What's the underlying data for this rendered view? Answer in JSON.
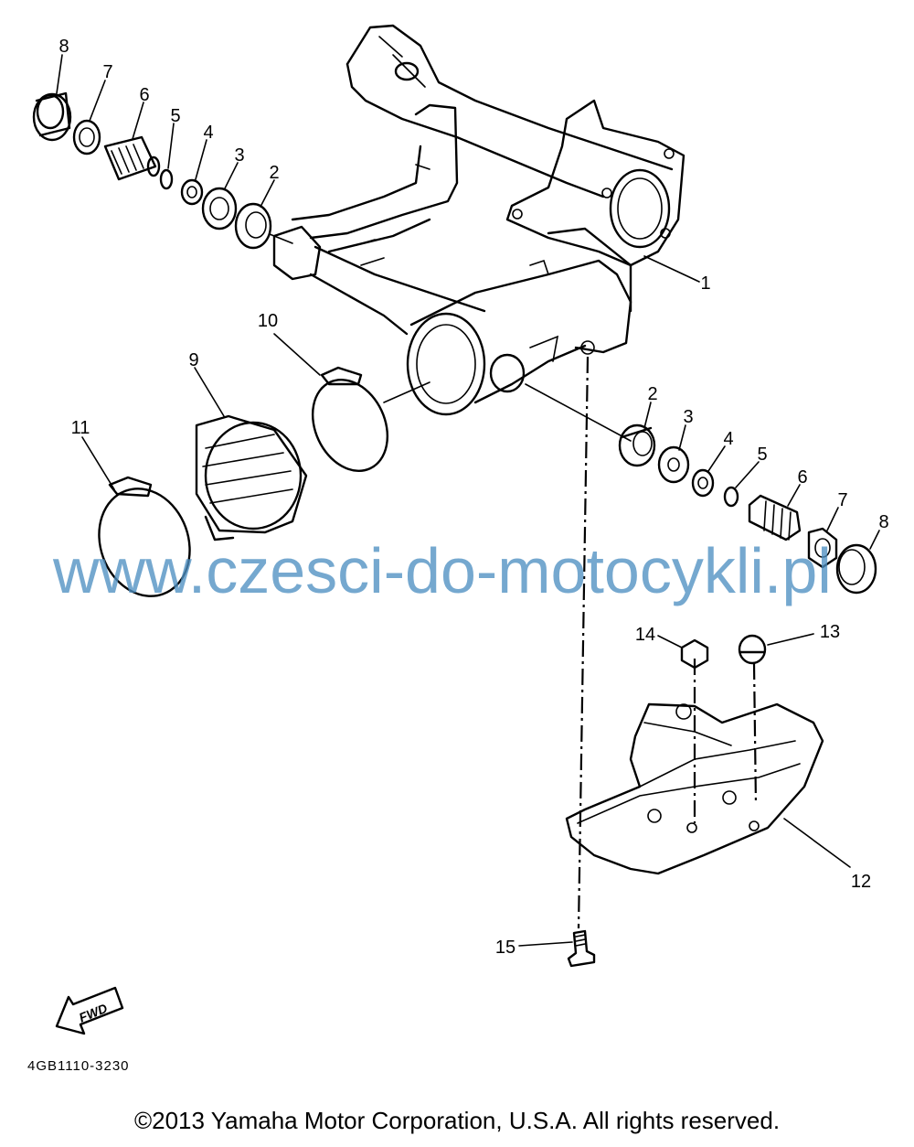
{
  "callouts": [
    "1",
    "2",
    "3",
    "4",
    "5",
    "6",
    "7",
    "8",
    "9",
    "10",
    "11",
    "12",
    "13",
    "14",
    "15"
  ],
  "labels_left": {
    "n8": "8",
    "n7": "7",
    "n6": "6",
    "n5": "5",
    "n4": "4",
    "n3": "3",
    "n2": "2"
  },
  "labels_right": {
    "n2": "2",
    "n3": "3",
    "n4": "4",
    "n5": "5",
    "n6": "6",
    "n7": "7",
    "n8": "8"
  },
  "labels_misc": {
    "n1": "1",
    "n9": "9",
    "n10": "10",
    "n11": "11",
    "n12": "12",
    "n13": "13",
    "n14": "14",
    "n15": "15"
  },
  "watermark": "www.czesci-do-motocykli.pl",
  "fwd_label": "FWD",
  "drawing_code": "4GB1110-3230",
  "copyright": "©2013 Yamaha Motor Corporation, U.S.A. All rights reserved.",
  "colors": {
    "watermark": "#4e8fc2",
    "line": "#000000",
    "background": "#ffffff"
  }
}
